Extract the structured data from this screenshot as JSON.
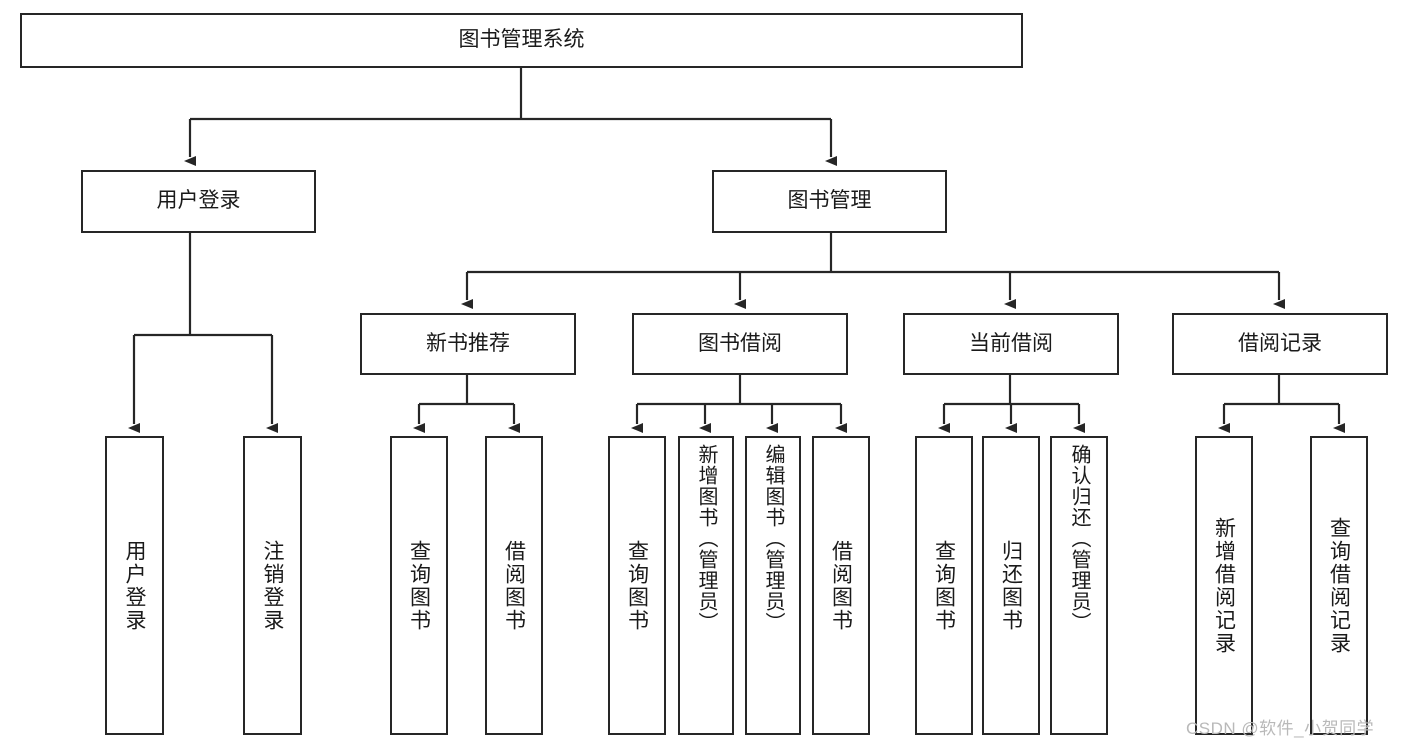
{
  "diagram": {
    "type": "hierarchy-tree",
    "title": "图书管理系统",
    "watermark": "CSDN @软件_小贺同学",
    "colors": {
      "stroke": "#262626",
      "fill": "#ffffff",
      "text": "#1a1a1a",
      "watermark": "#b9b9b9"
    },
    "levels": [
      {
        "level": 1,
        "nodes": [
          {
            "id": "root",
            "label": "图书管理系统",
            "orientation": "horizontal"
          }
        ]
      },
      {
        "level": 2,
        "nodes": [
          {
            "id": "user-login",
            "label": "用户登录",
            "orientation": "horizontal",
            "parent": "root"
          },
          {
            "id": "book-manage",
            "label": "图书管理",
            "orientation": "horizontal",
            "parent": "root"
          }
        ]
      },
      {
        "level": 3,
        "nodes": [
          {
            "id": "new-book-recommend",
            "label": "新书推荐",
            "orientation": "horizontal",
            "parent": "book-manage"
          },
          {
            "id": "book-borrow",
            "label": "图书借阅",
            "orientation": "horizontal",
            "parent": "book-manage"
          },
          {
            "id": "current-borrow",
            "label": "当前借阅",
            "orientation": "horizontal",
            "parent": "book-manage"
          },
          {
            "id": "borrow-record",
            "label": "借阅记录",
            "orientation": "horizontal",
            "parent": "book-manage"
          }
        ]
      },
      {
        "level": 4,
        "nodes": [
          {
            "id": "leaf-user-login",
            "label": "用户登录",
            "orientation": "vertical",
            "parent": "user-login"
          },
          {
            "id": "leaf-logout-login",
            "label": "注销登录",
            "orientation": "vertical",
            "parent": "user-login"
          },
          {
            "id": "leaf-query-book-1",
            "label": "查询图书",
            "orientation": "vertical",
            "parent": "new-book-recommend"
          },
          {
            "id": "leaf-borrow-book-1",
            "label": "借阅图书",
            "orientation": "vertical",
            "parent": "new-book-recommend"
          },
          {
            "id": "leaf-query-book-2",
            "label": "查询图书",
            "orientation": "vertical",
            "parent": "book-borrow"
          },
          {
            "id": "leaf-add-book-admin",
            "label": "新增图书（管理员）",
            "orientation": "vertical",
            "parent": "book-borrow"
          },
          {
            "id": "leaf-edit-book-admin",
            "label": "编辑图书（管理员）",
            "orientation": "vertical",
            "parent": "book-borrow"
          },
          {
            "id": "leaf-borrow-book-2",
            "label": "借阅图书",
            "orientation": "vertical",
            "parent": "book-borrow"
          },
          {
            "id": "leaf-query-book-3",
            "label": "查询图书",
            "orientation": "vertical",
            "parent": "current-borrow"
          },
          {
            "id": "leaf-return-book",
            "label": "归还图书",
            "orientation": "vertical",
            "parent": "current-borrow"
          },
          {
            "id": "leaf-confirm-return-admin",
            "label": "确认归还（管理员）",
            "orientation": "vertical",
            "parent": "current-borrow"
          },
          {
            "id": "leaf-add-borrow-record",
            "label": "新增借阅记录",
            "orientation": "vertical",
            "parent": "borrow-record"
          },
          {
            "id": "leaf-query-borrow-record",
            "label": "查询借阅记录",
            "orientation": "vertical",
            "parent": "borrow-record"
          }
        ]
      }
    ]
  }
}
